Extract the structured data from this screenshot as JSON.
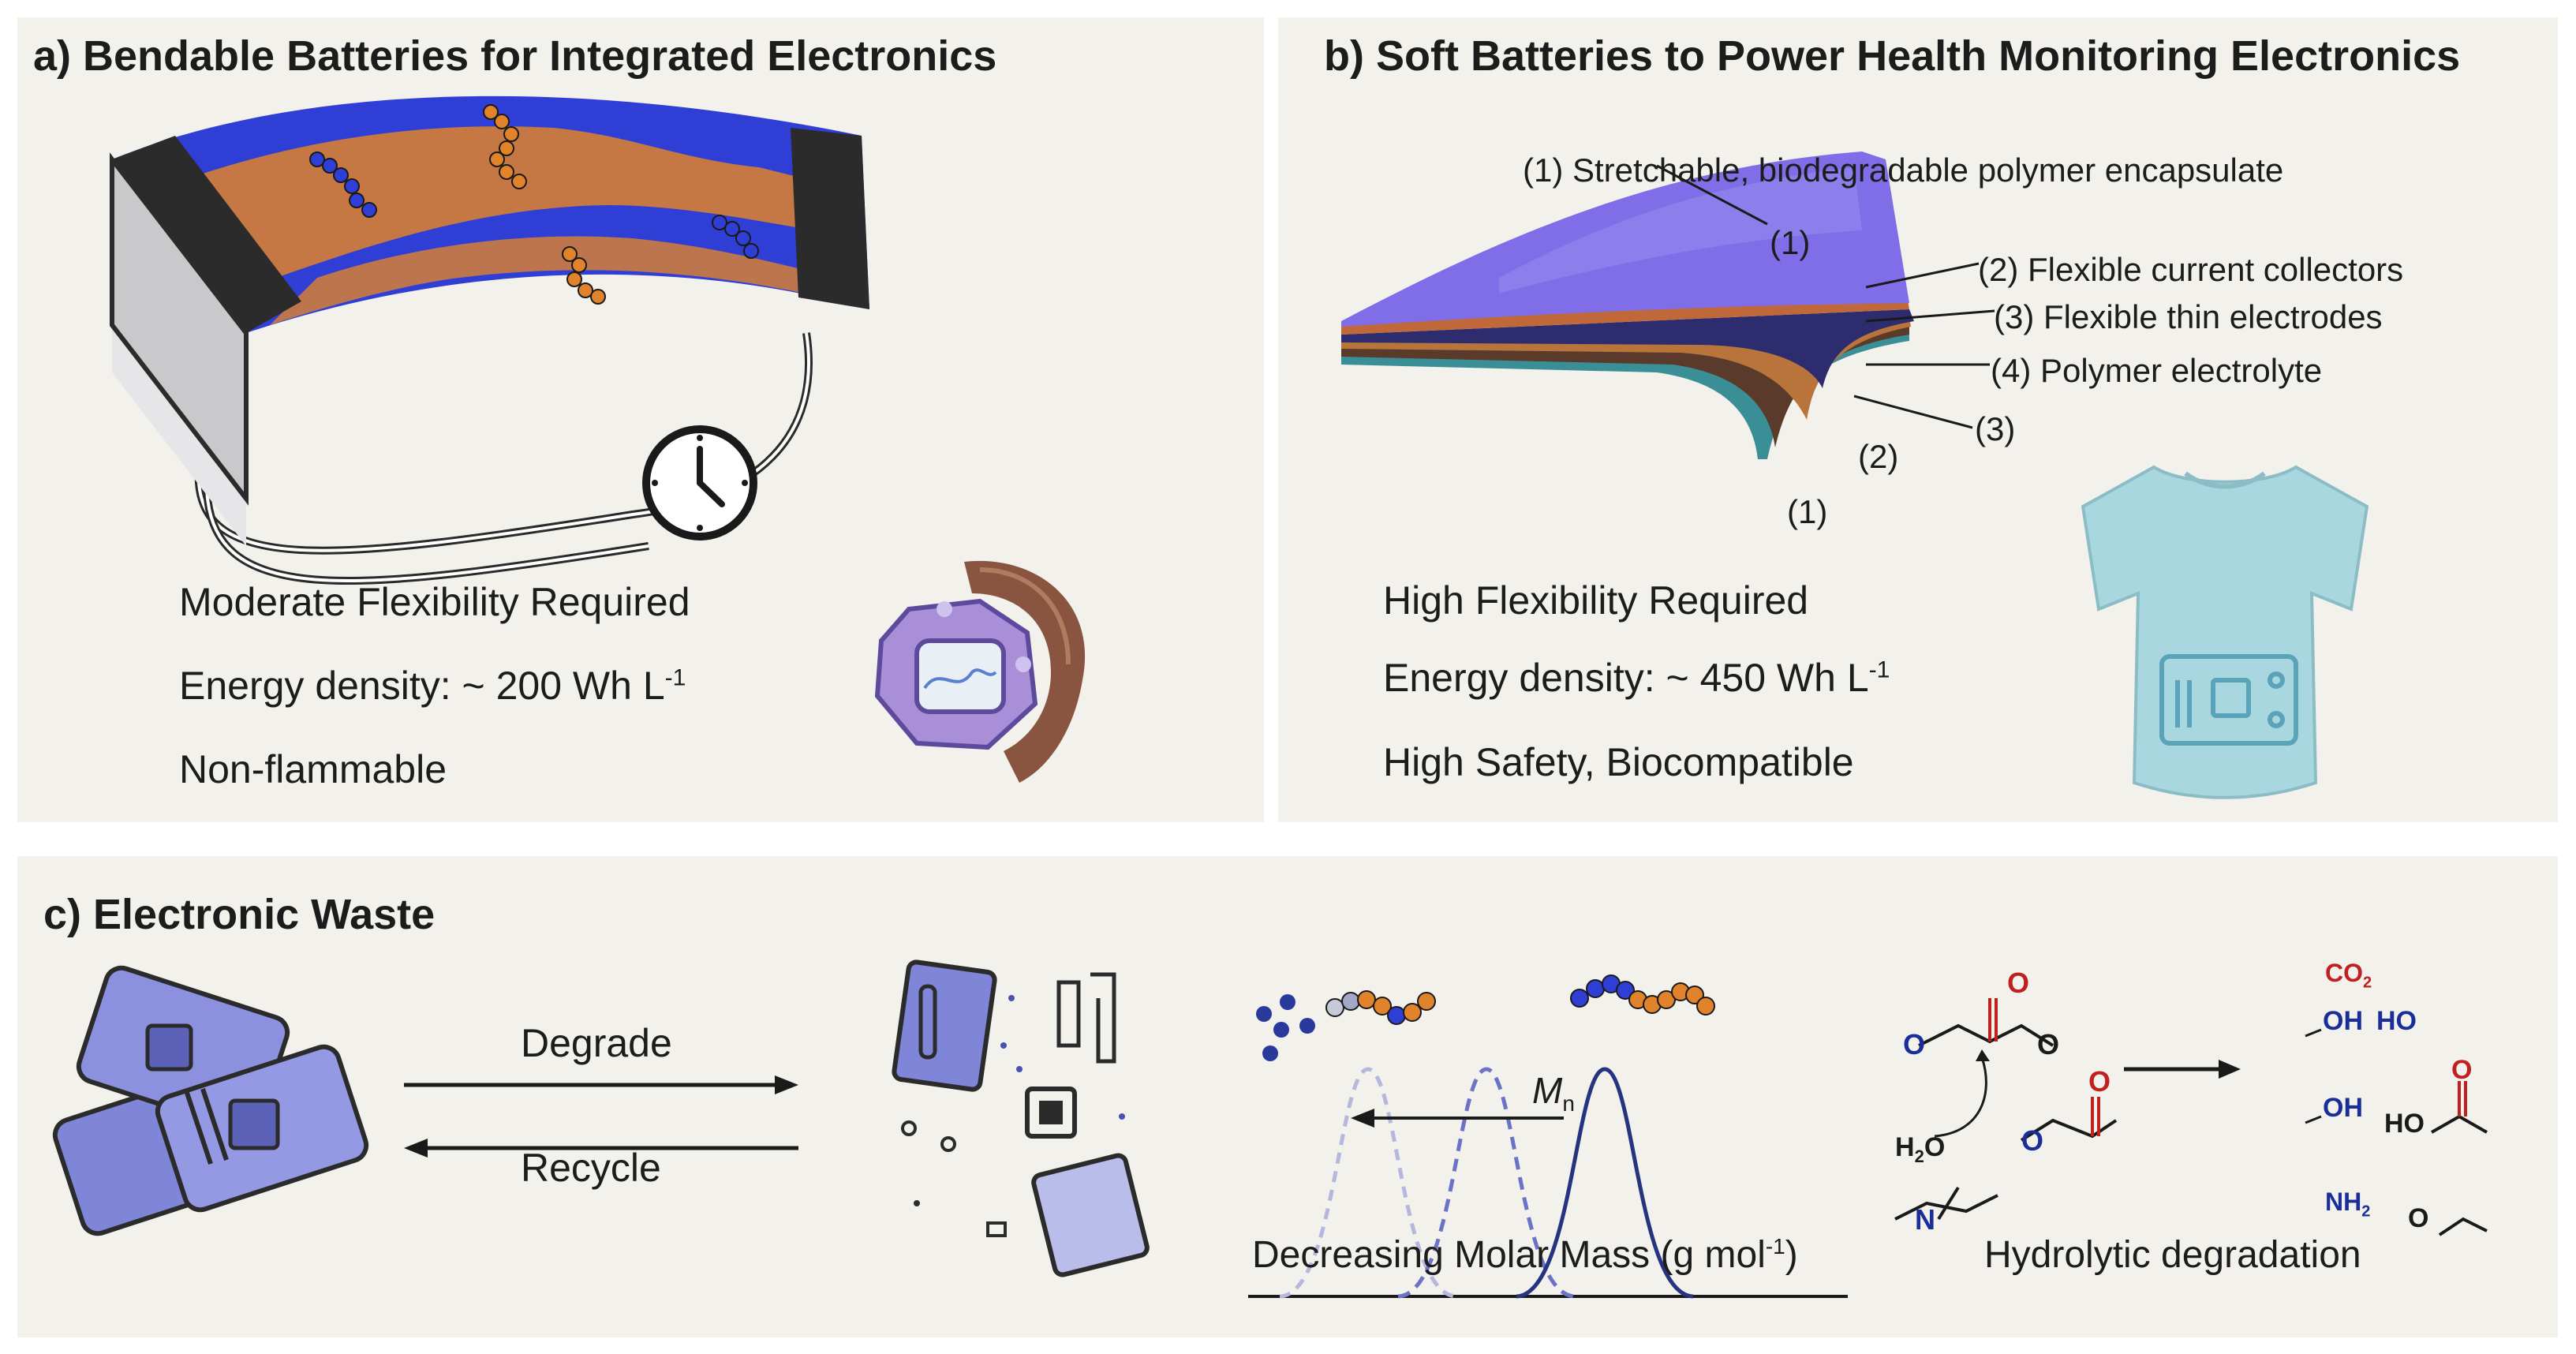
{
  "panel_a": {
    "title": "a) Bendable Batteries for Integrated Electronics",
    "req_flex": "Moderate Flexibility Required",
    "energy_prefix": "Energy density: ~ 200 Wh L",
    "energy_sup": "-1",
    "safety": "Non-flammable"
  },
  "panel_b": {
    "title": "b) Soft Batteries to Power Health Monitoring Electronics",
    "layer1": "(1) Stretchable, biodegradable polymer encapsulate",
    "layer2": "(2) Flexible current collectors",
    "layer3": "(3) Flexible thin electrodes",
    "layer4": "(4) Polymer electrolyte",
    "mark1": "(1)",
    "mark2": "(2)",
    "mark3": "(3)",
    "req_flex": "High Flexibility Required",
    "energy_prefix": "Energy density: ~ 450 Wh L",
    "energy_sup": "-1",
    "safety": "High Safety, Biocompatible"
  },
  "panel_c": {
    "title": "c) Electronic Waste",
    "degrade": "Degrade",
    "recycle": "Recycle",
    "mn_symbol": "M",
    "mn_sub": "n",
    "molar_prefix": "Decreasing Molar Mass (g mol",
    "molar_sup": "-1",
    "molar_suffix": ")",
    "hydrolytic": "Hydrolytic degradation",
    "chem": {
      "co2": "CO",
      "co2_sub": "2",
      "oh1": "OH",
      "ho1": "HO",
      "oh2": "OH",
      "ho2": "HO",
      "h2o": "H",
      "h2o_sub": "2",
      "h2o_o": "O",
      "nh2": "NH",
      "nh2_sub": "2",
      "n": "N",
      "o_ester": "O",
      "o_carb": "O",
      "star": "*"
    }
  },
  "colors": {
    "panel_bg": "#f3f1ec",
    "battery_blue": "#2f3fd6",
    "battery_orange": "#e0832a",
    "dark": "#333333",
    "waste_blue": "#7f86d8",
    "chem_red": "#c0201e",
    "chem_blue": "#1a2e9a",
    "shirt": "#a9d7e0"
  }
}
